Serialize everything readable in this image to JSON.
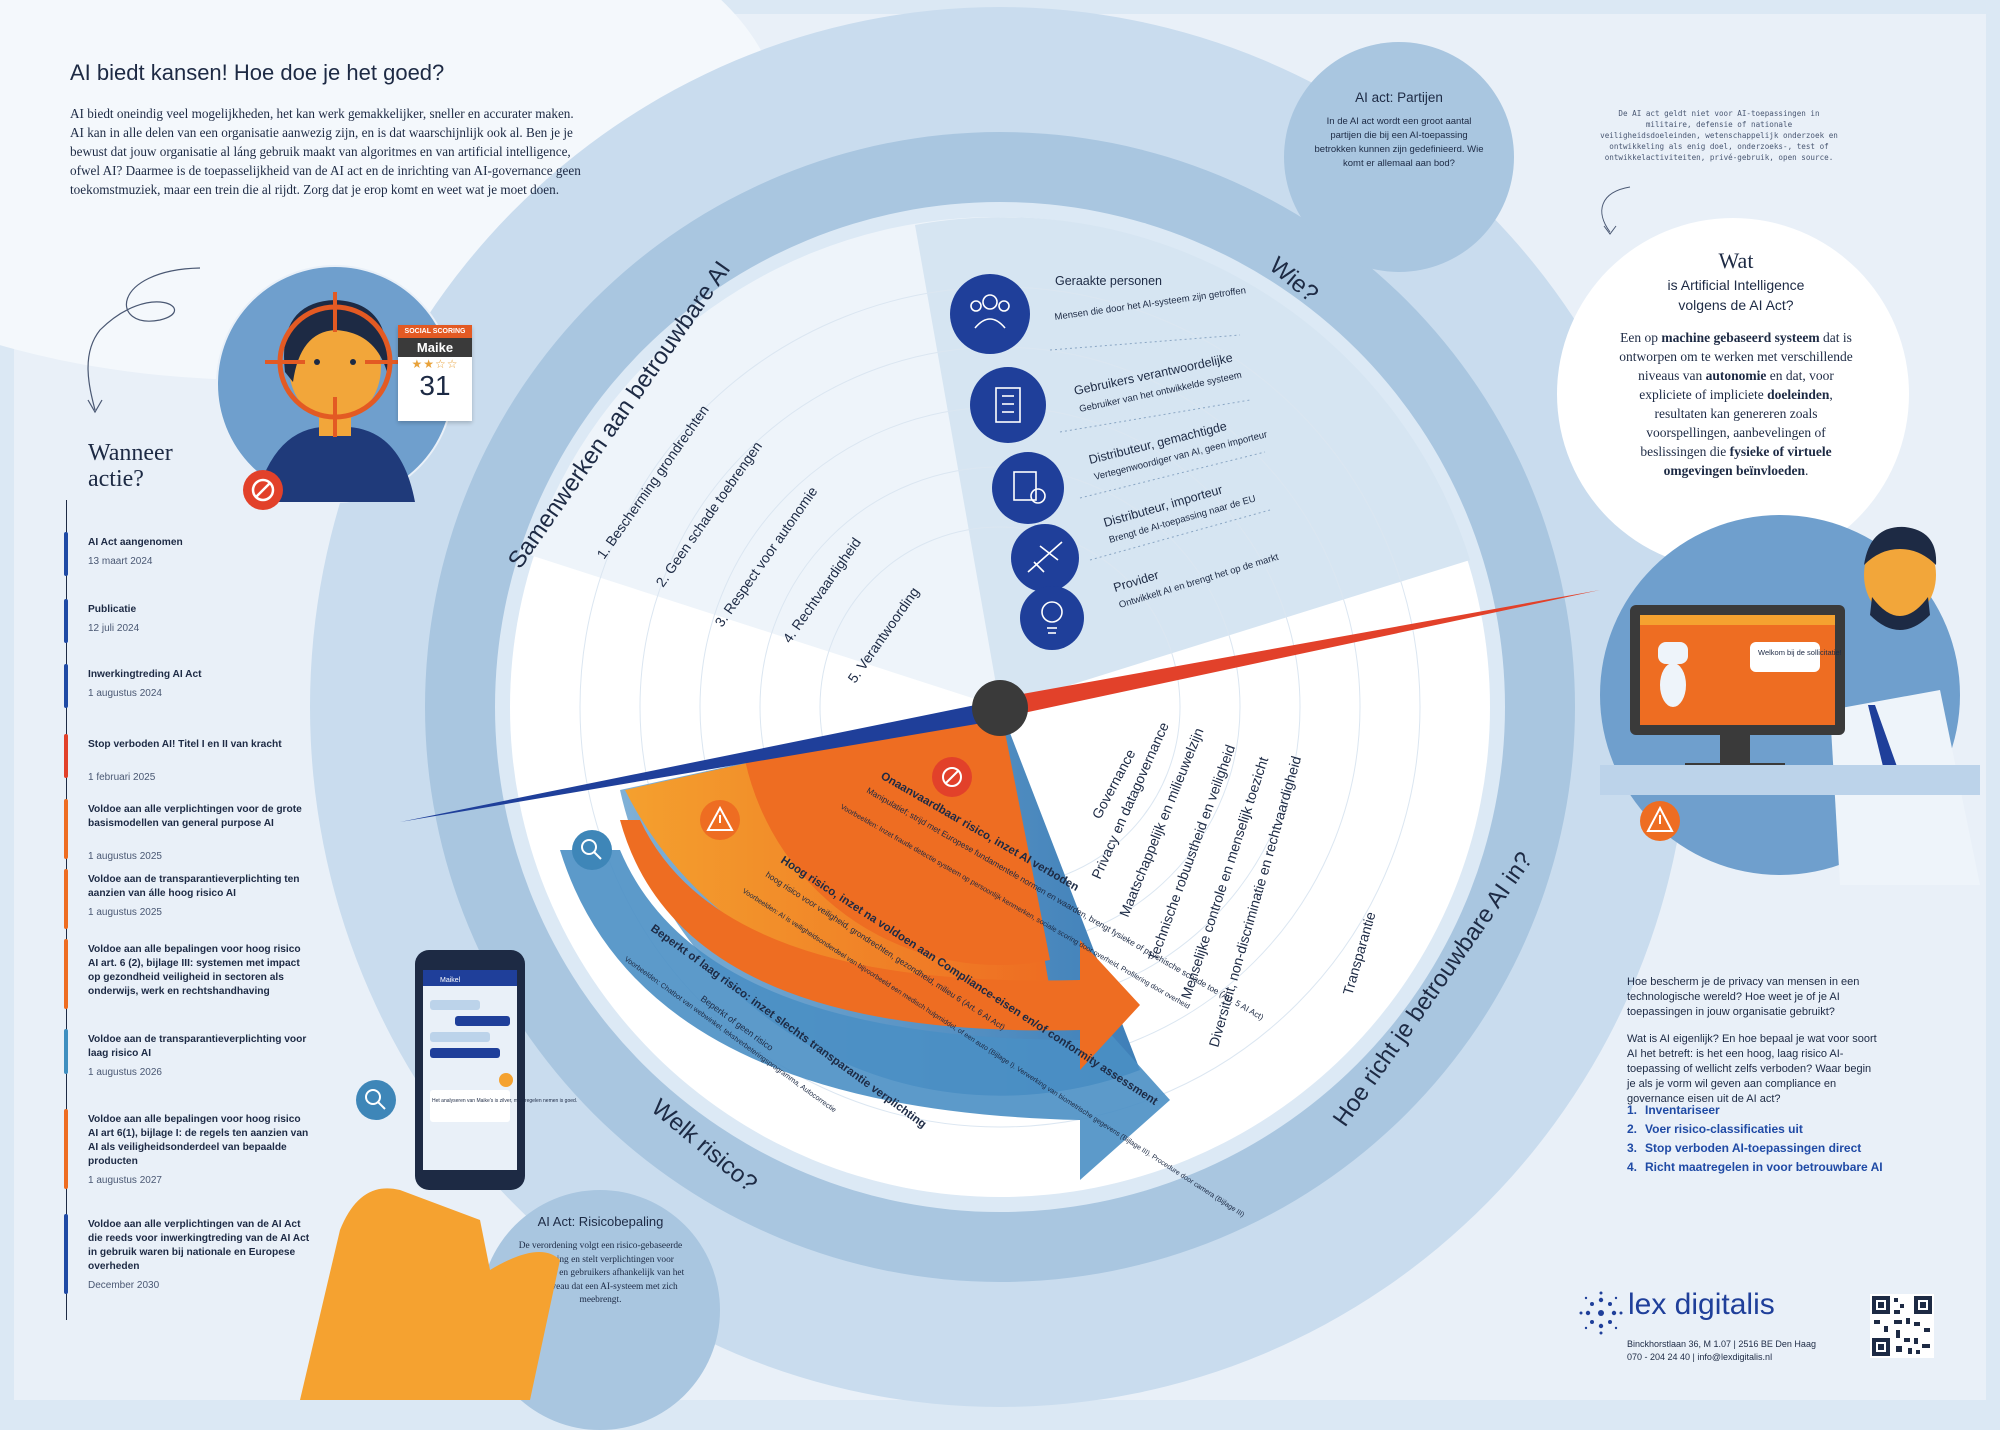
{
  "intro": {
    "title": "AI biedt kansen! Hoe doe je het goed?",
    "body": "AI biedt oneindig veel mogelijkheden, het kan werk gemakkelijker, sneller en accurater maken. AI kan in alle delen van een organisatie aanwezig zijn, en is dat waarschijnlijk ook al. Ben je je bewust dat jouw organisatie al láng gebruik maakt van algoritmes en van artificial intelligence, ofwel AI? Daarmee is de toepasselijkheid van de AI act en de inrichting van AI-governance geen toekomstmuziek, maar een trein die al rijdt. Zorg dat je erop komt en weet wat je moet doen."
  },
  "social_card": {
    "header": "SOCIAL SCORING",
    "name": "Maike",
    "number": "31",
    "stars_filled": 2,
    "stars_total": 4
  },
  "timeline": {
    "heading": "Wanneer actie?",
    "items": [
      {
        "title": "AI Act aangenomen",
        "date": "13 maart 2024",
        "color": "#1f4aa5"
      },
      {
        "title": "Publicatie",
        "date": "12 juli 2024",
        "color": "#1f4aa5"
      },
      {
        "title": "Inwerkingtreding AI Act",
        "date": "1 augustus 2024",
        "color": "#1f4aa5"
      },
      {
        "title": "Stop verboden AI! Titel I en II van kracht",
        "date": "1 februari 2025",
        "color": "#e2412a"
      },
      {
        "title": "Voldoe aan alle verplichtingen voor de grote basismodellen van general purpose AI",
        "date": "1 augustus 2025",
        "color": "#ee6d22"
      },
      {
        "title": "Voldoe aan de transparantieverplichting ten aanzien van álle hoog risico AI",
        "date": "1 augustus 2025",
        "color": "#ee6d22"
      },
      {
        "title": "Voldoe aan alle bepalingen voor hoog risico AI art. 6 (2), bijlage III: systemen met impact op gezondheid veiligheid in sectoren als onderwijs, werk en rechtshandhaving",
        "date": "",
        "color": "#ee6d22"
      },
      {
        "title": "Voldoe aan de transparantieverplichting voor laag risico AI",
        "date": "1 augustus 2026",
        "color": "#3f8fc0"
      },
      {
        "title": "Voldoe aan alle bepalingen voor hoog risico AI art 6(1), bijlage I: de regels ten aanzien van AI als veiligheidsonderdeel van bepaalde producten",
        "date": "1 augustus 2027",
        "color": "#ee6d22"
      },
      {
        "title": "Voldoe aan alle verplichtingen van de AI Act die reeds voor inwerkingtreding van de AI Act in gebruik waren bij nationale en Europese overheden",
        "date": "December 2030",
        "color": "#1f4aa5"
      }
    ]
  },
  "partijen_circle": {
    "title": "AI act: Partijen",
    "body": "In de AI act wordt een groot aantal partijen die bij een AI-toepassing betrokken kunnen zijn gedefinieerd. Wie komt er allemaal aan bod?"
  },
  "exclusion_note": "De AI act geldt niet voor AI-toepassingen in militaire, defensie of nationale veiligheidsdoeleinden, wetenschappelijk onderzoek en ontwikkeling als enig doel, onderzoeks-, test of ontwikkelactiviteiten, privé-gebruik, open source.",
  "wat": {
    "title": "Wat",
    "subtitle1": "is Artificial Intelligence",
    "subtitle2": "volgens de AI Act?",
    "p1": "Een op ",
    "b1": "machine gebaseerd systeem",
    "p2": " dat is ontworpen om te werken met verschillende niveaus van ",
    "b2": "autonomie",
    "p3": " en dat, voor expliciete of impliciete ",
    "b3": "doeleinden",
    "p4": ", resultaten kan genereren zoals voorspellingen, aanbevelingen of beslissingen die ",
    "b4": "fysieke of virtuele omgevingen beïnvloeden",
    "p5": "."
  },
  "wheel": {
    "ring_labels": {
      "tl": "Samenwerken aan betrouwbare AI",
      "tr": "Wie?",
      "br": "Hoe richt je betrouwbare AI in?",
      "bl": "Welk risico?"
    },
    "principles": [
      "1. Bescherming grondrechten",
      "2. Geen schade toebrengen",
      "3. Respect voor autonomie",
      "4. Rechtvaardigheid",
      "5. Verantwoording"
    ],
    "parties": [
      {
        "title": "Geraakte personen",
        "desc": "Mensen die door het AI-systeem zijn getroffen",
        "icon": "people-icon"
      },
      {
        "title": "Gebruikers verantwoordelijke",
        "desc": "Gebruiker van het ontwikkelde systeem",
        "icon": "building-icon"
      },
      {
        "title": "Distributeur, gemachtigde",
        "desc": "Vertegenwoordiger van AI, geen importeur",
        "icon": "certificate-icon"
      },
      {
        "title": "Distributeur, importeur",
        "desc": "Brengt de AI-toepassing naar de EU",
        "icon": "airplane-icon"
      },
      {
        "title": "Provider",
        "desc": "Ontwikkelt AI en brengt het op de markt",
        "icon": "lightbulb-icon"
      }
    ],
    "governance": [
      "Governance",
      "Privacy en datagovernance",
      "Maatschappelijk en milieuwelzijn",
      "Technische robuustheid en veiligheid",
      "Menselijke controle en menselijk toezicht",
      "Diversiteit, non-discriminatie en rechtvaardigheid",
      "Transparantie"
    ],
    "risks": [
      {
        "title": "Onaanvaardbaar risico, inzet AI verboden",
        "desc": "Manipulatief; strijd met Europese fundamentele normen en waarden, brengt fysieke of psychische schade toe (Art. 5 AI Act)",
        "example": "Voorbeelden: Inzet fraude detectie systeem op persoonlijk kenmerken, sociale scoring door overheid, Profilering door overheid"
      },
      {
        "title": "Hoog risico, inzet na voldoen aan Compliance-eisen en/of conformity assessment",
        "desc": "hoog risico voor veiligheid, grondrechten, gezondheid, milieu 6 (Art. 6 AI Act)",
        "example": "Voorbeelden: AI is veiligheidsonderdeel van bijvoorbeeld een medisch hulpmiddel, of een auto (Bijlage I). Verwerking van biometrische gegevens (Bijlage III). Procedure door camera (Bijlage III)"
      },
      {
        "title": "Beperkt of laag risico: inzet slechts transparantie verplichting",
        "desc": "Beperkt of geen risico",
        "example": "Voorbeelden: Chatbot van webwinkel, tekstverbeteringsprogramma, Autocorrectie"
      }
    ],
    "colors": {
      "navy": "#1f4aa5",
      "orange": "#ee6d22",
      "orange_light": "#f5a230",
      "red": "#e2412a",
      "blue": "#4a8fc4",
      "ring": "#a9c6e0"
    }
  },
  "risk_circle": {
    "title": "AI Act: Risicobepaling",
    "body": "De verordening volgt een risico-gebaseerde benadering en stelt verplichtingen voor aanbieders en gebruikers afhankelijk van het risiconiveau dat een AI-systeem met zich meebrengt."
  },
  "phone": {
    "contact": "Maikel",
    "message": "Het analyseren van Maike's is zilver, maatregelen nemen is goed."
  },
  "monitor": {
    "bubble": "Welkom bij de sollicitatie!"
  },
  "questions": {
    "q1": "Hoe bescherm je de privacy van mensen in een technologische wereld? Hoe weet je of je AI toepassingen in jouw organisatie gebruikt?",
    "q2": "Wat is AI eigenlijk? En hoe bepaal je wat voor soort AI het betreft: is het een hoog, laag risico AI-toepassing of wellicht zelfs verboden? Waar begin je als je vorm wil geven aan compliance en governance eisen uit de AI act?"
  },
  "steps": [
    {
      "n": "1.",
      "label": "Inventariseer"
    },
    {
      "n": "2.",
      "label": "Voer risico-classificaties uit"
    },
    {
      "n": "3.",
      "label": "Stop verboden AI-toepassingen direct"
    },
    {
      "n": "4.",
      "label": "Richt maatregelen in voor betrouwbare AI"
    }
  ],
  "footer": {
    "brand": "lex digitalis",
    "address": "Binckhorstlaan 36, M 1.07  |  2516 BE  Den Haag",
    "contact": "070 - 204 24 40  |  info@lexdigitalis.nl"
  }
}
